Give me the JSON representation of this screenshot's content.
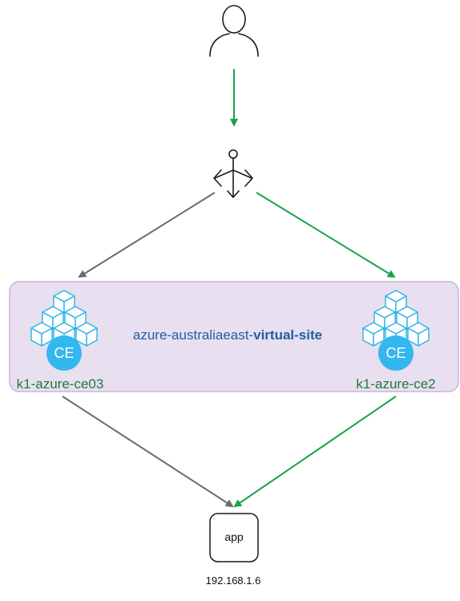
{
  "site": {
    "name_prefix": "azure-australiaeast-",
    "name_bold": "virtual-site"
  },
  "nodes": {
    "left": {
      "name": "k1-azure-ce03",
      "badge": "CE",
      "icon": "ce-cubes-icon"
    },
    "right": {
      "name": "k1-azure-ce2",
      "badge": "CE",
      "icon": "ce-cubes-icon"
    }
  },
  "user": {
    "icon": "user-icon"
  },
  "load_balancer": {
    "icon": "load-balancer-icon"
  },
  "app": {
    "label": "app",
    "ip": "192.168.1.6"
  },
  "colors": {
    "active_path": "#16a34a",
    "inactive_path": "#6b6b6b",
    "site_fill": "#e8dff0",
    "site_border": "#c9b3dc",
    "cube_stroke": "#2ab3e6",
    "ce_badge": "#32b7ee"
  }
}
